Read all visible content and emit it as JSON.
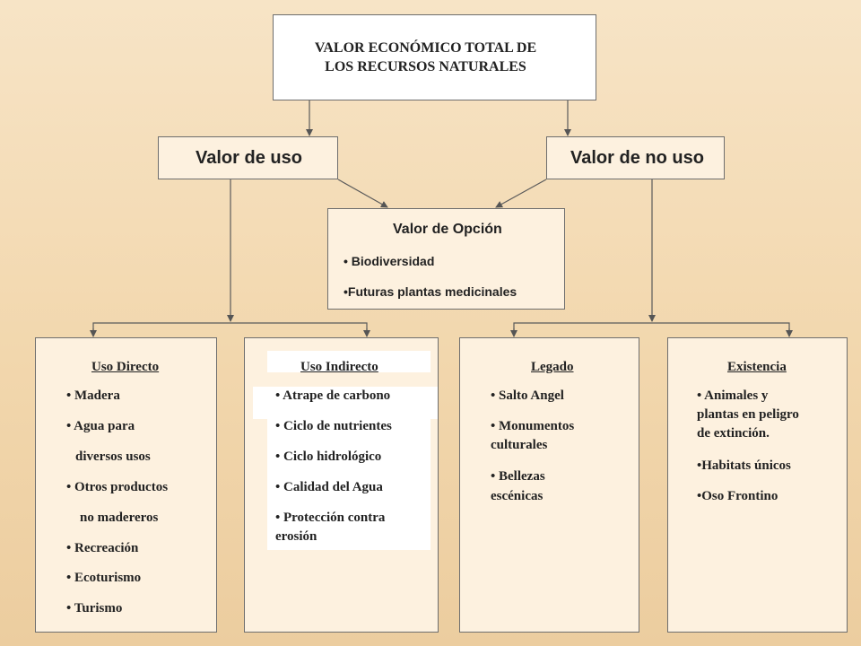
{
  "root": {
    "line1": "VALOR ECONÓMICO TOTAL DE",
    "line2": "LOS RECURSOS NATURALES"
  },
  "uso": {
    "label": "Valor de uso"
  },
  "no_uso": {
    "label": "Valor de no uso"
  },
  "opcion": {
    "title": "Valor de Opción",
    "items": [
      "• Biodiversidad",
      "•Futuras plantas medicinales"
    ]
  },
  "directo": {
    "title": "Uso Directo",
    "items": [
      "• Madera",
      "• Agua para",
      "diversos usos",
      "• Otros productos",
      "no madereros",
      "• Recreación",
      "• Ecoturismo",
      "• Turismo"
    ]
  },
  "indirecto": {
    "title": "Uso Indirecto",
    "items": [
      "• Atrape de carbono",
      "• Ciclo de nutrientes",
      "• Ciclo hidrológico",
      "• Calidad del Agua",
      "• Protección contra",
      "erosión"
    ]
  },
  "legado": {
    "title": "Legado",
    "items": [
      "• Salto Angel",
      "• Monumentos",
      "culturales",
      "• Bellezas",
      "escénicas"
    ]
  },
  "existencia": {
    "title": "Existencia",
    "items": [
      "• Animales y",
      "plantas en peligro",
      "de extinción.",
      "•Habitats únicos",
      "•Oso Frontino"
    ]
  }
}
